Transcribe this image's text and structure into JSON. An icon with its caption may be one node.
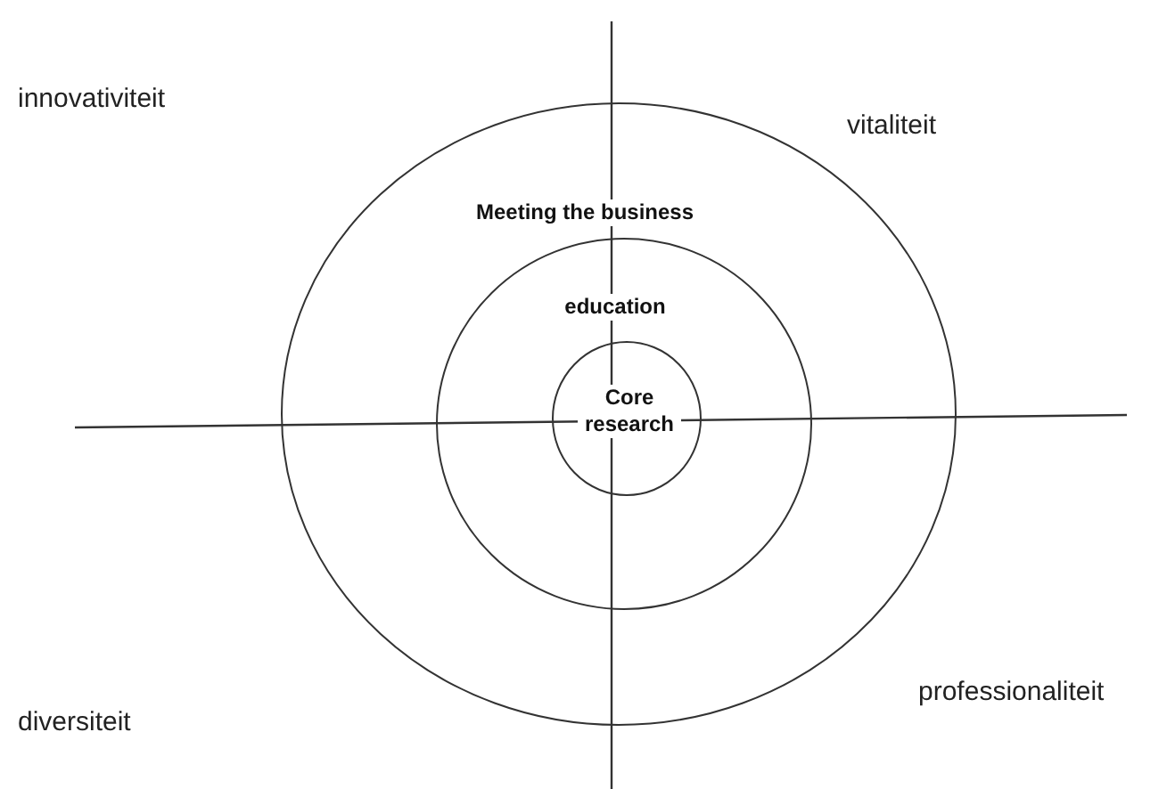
{
  "diagram": {
    "nodes": [
      {
        "text": [
          "Meeting the business"
        ]
      },
      {
        "text": [
          "education"
        ],
        "in": 0
      },
      {
        "text": [
          "Core research"
        ],
        "in": 1
      }
    ],
    "labels": [
      "innovativiteit",
      "vitaliteit",
      "diversiteit",
      "professionaliteit"
    ]
  }
}
